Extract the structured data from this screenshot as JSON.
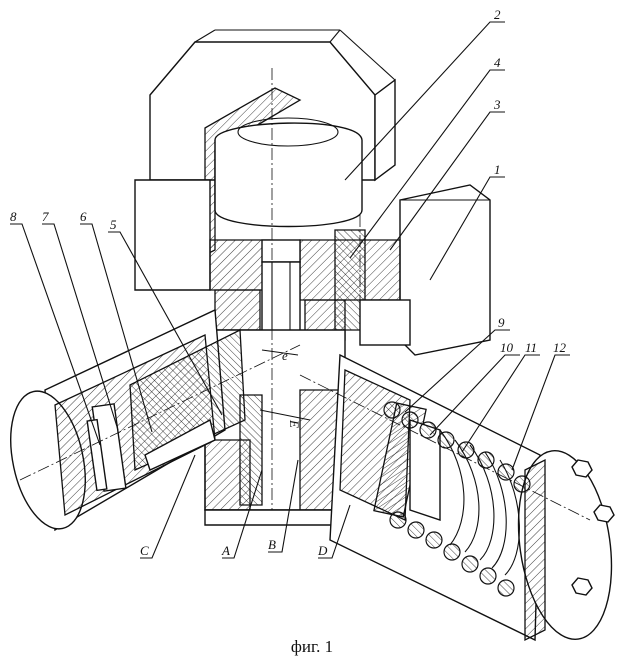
{
  "caption": "фиг. 1",
  "part_labels": [
    "1",
    "2",
    "3",
    "4",
    "5",
    "6",
    "7",
    "8",
    "9",
    "10",
    "11",
    "12"
  ],
  "zone_labels": [
    "A",
    "B",
    "C",
    "D"
  ],
  "dimension_labels": [
    "e",
    "E"
  ]
}
